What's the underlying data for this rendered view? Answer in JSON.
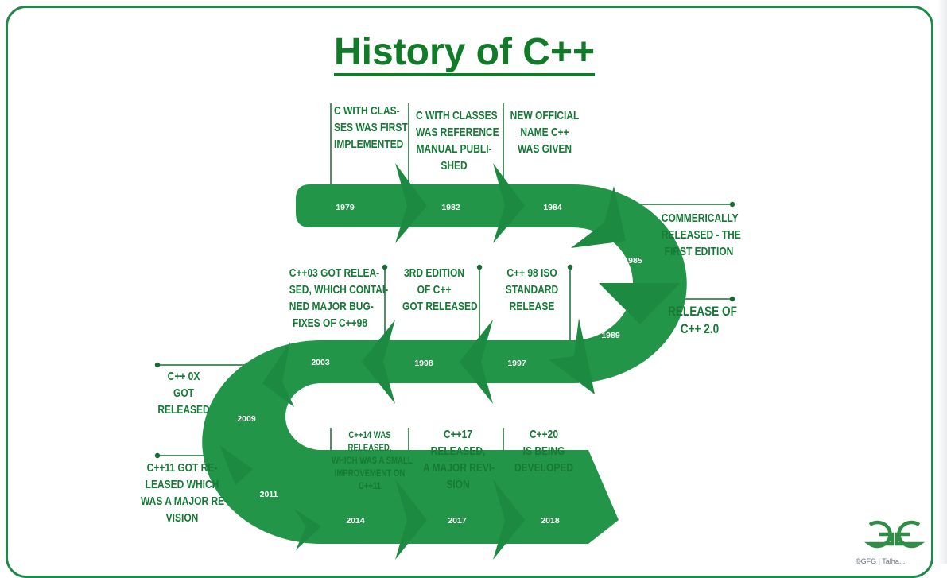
{
  "title": "History of C++",
  "colors": {
    "brand_green": "#107c28",
    "road_green": "#229548",
    "road_dark": "#1a7d3b",
    "text_green": "#157a35"
  },
  "milestones": [
    {
      "year": "1979",
      "text": "C WITH CLAS-\nSES WAS FIRST\nIMPLEMENTED"
    },
    {
      "year": "1982",
      "text": "C WITH CLASSES\nWAS REFERENCE\nMANUAL PUBLI-\nSHED"
    },
    {
      "year": "1984",
      "text": "NEW OFFICIAL\nNAME C++\nWAS GIVEN"
    },
    {
      "year": "1985",
      "text": "COMMERICALLY\nRELEASED - THE\nFIRST EDITION"
    },
    {
      "year": "1989",
      "text": "RELEASE OF\nC++ 2.0"
    },
    {
      "year": "1997",
      "text": "C++ 98 ISO\nSTANDARD\nRELEASE"
    },
    {
      "year": "1998",
      "text": "3RD EDITION\nOF C++\nGOT RELEASED"
    },
    {
      "year": "2003",
      "text": "C++03 GOT RELEA-\nSED, WHICH CONTAI-\nNED MAJOR BUG-\nFIXES OF C++98"
    },
    {
      "year": "2009",
      "text": "C++ 0X\nGOT\nRELEASED"
    },
    {
      "year": "2011",
      "text": "C++11 GOT RE-\nLEASED WHICH\nWAS A MAJOR RE-\nVISION"
    },
    {
      "year": "2014",
      "text": "C++14 WAS\nRELEASED,\nWHICH WAS A SMALL\nIMPROVEMENT ON\nC++11"
    },
    {
      "year": "2017",
      "text": "C++17\nRELEASED,\nA MAJOR REVI-\nSION"
    },
    {
      "year": "2018",
      "text": "C++20\nIS BEING\nDEVELOPED"
    }
  ],
  "logo_icon": "geeksforgeeks-logo-icon",
  "footer_text": "©GFG | Talha..."
}
